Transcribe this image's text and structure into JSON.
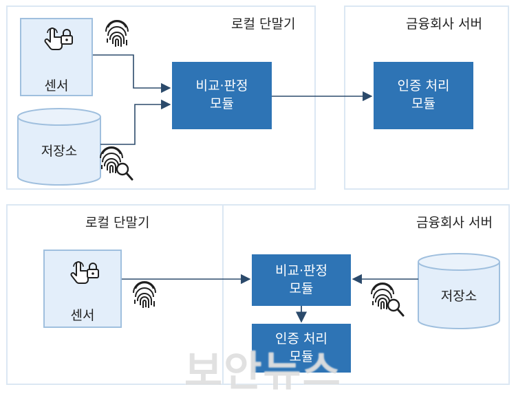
{
  "top": {
    "local_title": "로컬 단말기",
    "server_title": "금융회사 서버",
    "sensor_label": "센서",
    "storage_label": "저장소",
    "compare_line1": "비교·판정",
    "compare_line2": "모듈",
    "auth_line1": "인증 처리",
    "auth_line2": "모듈"
  },
  "bottom": {
    "local_title": "로컬 단말기",
    "server_title": "금융회사 서버",
    "sensor_label": "센서",
    "storage_label": "저장소",
    "compare_line1": "비교·판정",
    "compare_line2": "모듈",
    "auth_line1": "인증 처리",
    "auth_line2": "모듈"
  },
  "watermark": "보안뉴스",
  "icons": [
    "touch-lock-icon",
    "fingerprint-icon",
    "fingerprint-search-icon",
    "storage-cylinder-icon"
  ],
  "colors": {
    "module": "#2e74b5",
    "light_box": "#e3eefa",
    "panel_border": "#dbe7f3",
    "arrow": "#2b4a6b"
  }
}
